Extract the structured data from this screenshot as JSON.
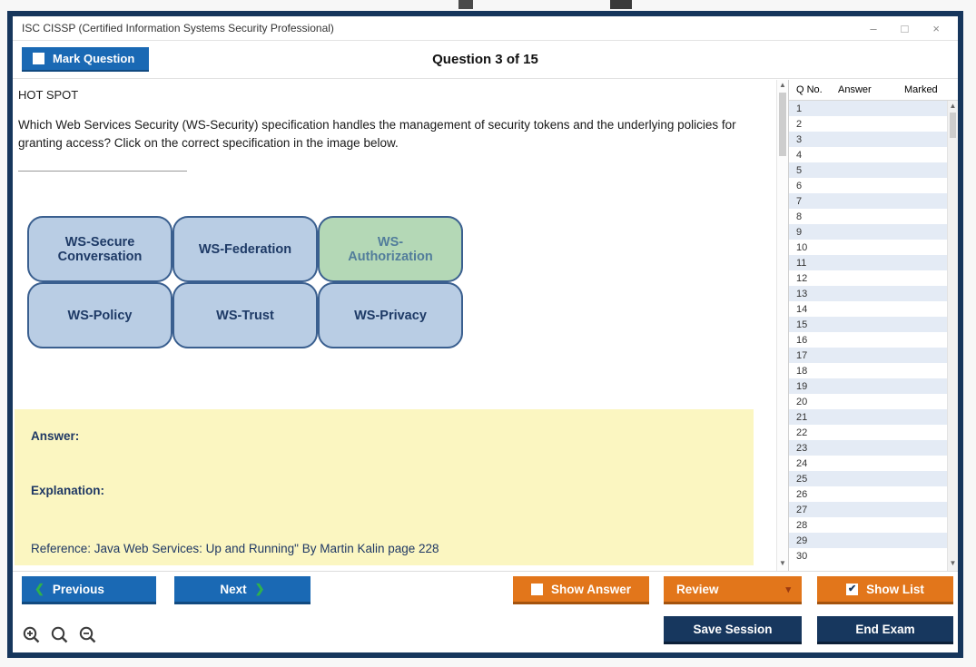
{
  "window": {
    "title": "ISC CISSP (Certified Information Systems Security Professional)",
    "controls": {
      "minimize": "–",
      "maximize": "□",
      "close": "×"
    }
  },
  "header": {
    "mark_question_label": "Mark Question",
    "question_counter": "Question 3 of 15"
  },
  "question": {
    "type_label": "HOT SPOT",
    "text": "Which Web Services Security (WS-Security) specification handles the management of security tokens and the underlying policies for granting access? Click on the correct specification in the image below.",
    "boxes": [
      {
        "label": "WS-Secure Conversation",
        "highlighted": false
      },
      {
        "label": "WS-Federation",
        "highlighted": false
      },
      {
        "label": "WS-\nAuthorization",
        "highlighted": true
      },
      {
        "label": "WS-Policy",
        "highlighted": false
      },
      {
        "label": "WS-Trust",
        "highlighted": false
      },
      {
        "label": "WS-Privacy",
        "highlighted": false
      }
    ]
  },
  "answer_panel": {
    "answer_label": "Answer:",
    "explanation_label": "Explanation:",
    "reference": "Reference: Java Web Services: Up and Running\" By Martin Kalin page 228"
  },
  "question_list": {
    "columns": [
      "Q No.",
      "Answer",
      "Marked"
    ],
    "rows": [
      "1",
      "2",
      "3",
      "4",
      "5",
      "6",
      "7",
      "8",
      "9",
      "10",
      "11",
      "12",
      "13",
      "14",
      "15",
      "16",
      "17",
      "18",
      "19",
      "20",
      "21",
      "22",
      "23",
      "24",
      "25",
      "26",
      "27",
      "28",
      "29",
      "30"
    ]
  },
  "footer": {
    "previous_label": "Previous",
    "next_label": "Next",
    "show_answer_label": "Show Answer",
    "review_label": "Review",
    "show_list_label": "Show List",
    "save_session_label": "Save Session",
    "end_exam_label": "End Exam"
  },
  "icons": {
    "prev_chevron": "❮",
    "next_chevron": "❯",
    "review_caret": "▾",
    "checked_tick": "✔",
    "scroll_up": "▲",
    "scroll_down": "▼"
  },
  "colors": {
    "frame": "#16365c",
    "primary_blue": "#1a69b4",
    "accent_orange": "#e2761b",
    "dark_navy": "#17375e",
    "box_fill": "#b9cde4",
    "box_border": "#3a5f8f",
    "highlight_green": "#b4d8b6",
    "answer_bg": "#fbf6c1",
    "chevron_green": "#2fb14c"
  }
}
